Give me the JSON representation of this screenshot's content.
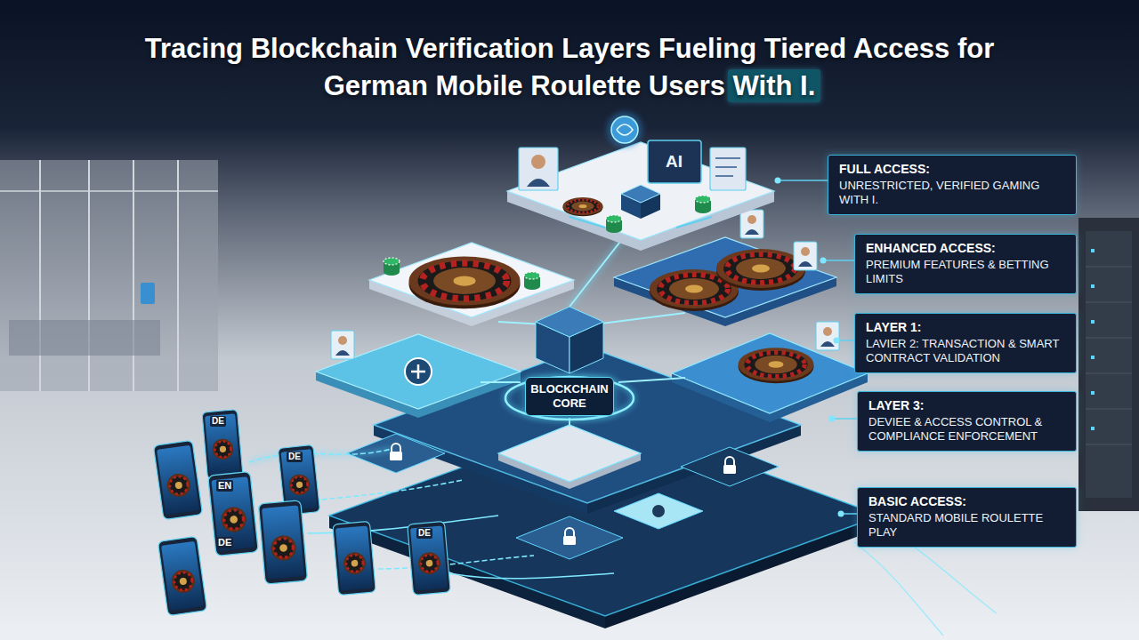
{
  "diagram": {
    "title": "Tracing Blockchain Verification Layers Fueling Tiered Access for German Mobile Roulette Users With I.",
    "nodes": [
      {
        "text": [
          "FULL ACCESS:",
          "UNRESTRICTED, VERIFIED GAMING WITH I."
        ]
      },
      {
        "text": [
          "ENHANCED ACCESS:",
          "PREMIUM FEATURES & BETTING LIMITS"
        ]
      },
      {
        "text": [
          "LAYER 1:",
          "LAVIER 2: TRANSACTION & SMART CONTRACT VALIDATION"
        ]
      },
      {
        "text": [
          "LAYER 3:",
          "DEVIEE & ACCESS CONTROL & COMPLIANCE ENFORCEMENT"
        ]
      },
      {
        "text": [
          "BASIC ACCESS:",
          "STANDARD MOBILE ROULETTE PLAY"
        ]
      },
      {
        "text": [
          "BLOCKCHAIN CORE"
        ]
      }
    ],
    "labels": [
      "AI",
      "DE",
      "EN",
      "DE",
      "DE",
      "DE"
    ]
  }
}
